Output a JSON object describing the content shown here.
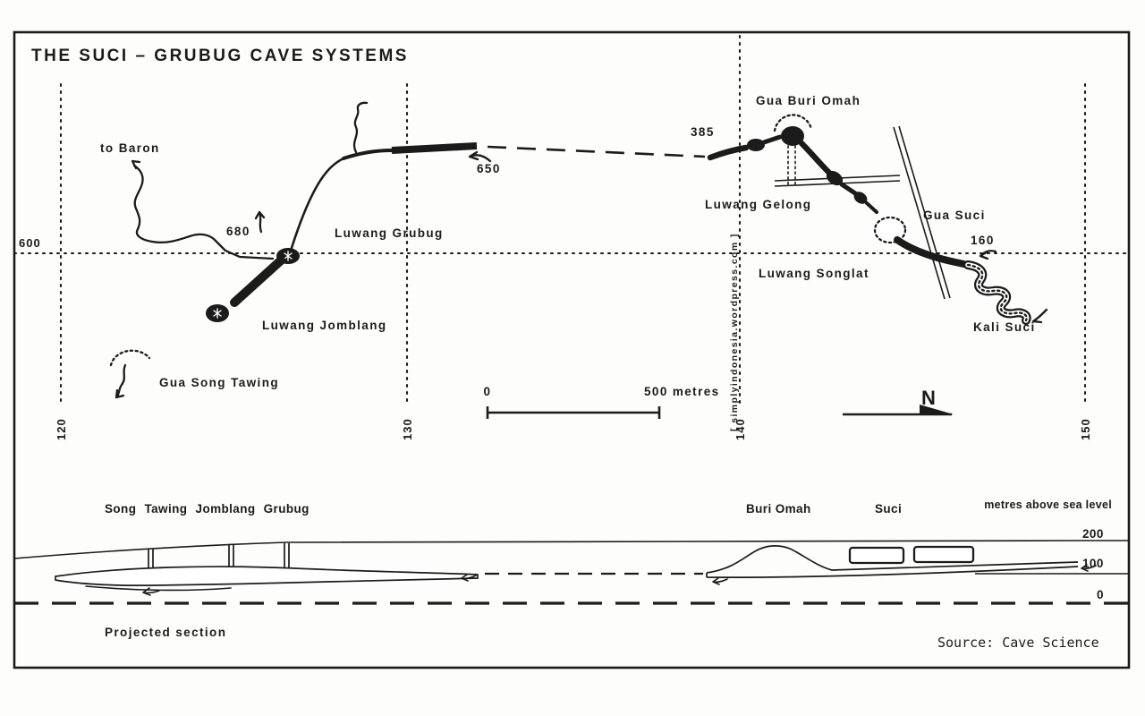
{
  "title": "THE SUCI – GRUBUG CAVE SYSTEMS",
  "watermark": "[ simplyindonesia.wordpress.com ]",
  "credit": "Source: Cave Science",
  "colors": {
    "ink": "#1b1b1b",
    "watermark": "#c62f2f",
    "paper": "#fdfdfb"
  },
  "plan": {
    "grid": {
      "h_label": "600",
      "v_labels": [
        "120",
        "130",
        "140",
        "150"
      ]
    },
    "labels": {
      "to_baron": "to Baron",
      "elev_650": "650",
      "elev_680": "680",
      "luwang_grubug": "Luwang Grubug",
      "luwang_jomblang": "Luwang Jomblang",
      "gua_song_tawing": "Gua Song Tawing",
      "elev_385": "385",
      "gua_buri_omah": "Gua Buri Omah",
      "luwang_gelong": "Luwang Gelong",
      "gua_suci": "Gua Suci",
      "elev_160": "160",
      "luwang_songlat": "Luwang Songlat",
      "kali_suci": "Kali Suci"
    },
    "scale_bar": {
      "zero": "0",
      "end": "500 metres"
    },
    "north_label": "N"
  },
  "section": {
    "labels": {
      "left_group": "Song Tawing Jomblang Grubug",
      "buri_omah": "Buri Omah",
      "suci": "Suci",
      "axis_caption": "metres above sea level",
      "elev_200": "200",
      "elev_100": "100",
      "elev_0": "0",
      "caption": "Projected section"
    }
  }
}
